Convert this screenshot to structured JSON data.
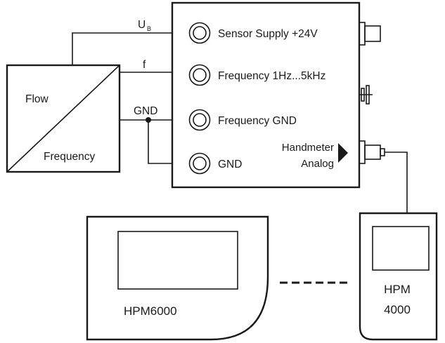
{
  "converter": {
    "input_label": "Flow",
    "output_label": "Frequency"
  },
  "wires": {
    "supply_label": "U",
    "supply_subscript": "B",
    "frequency_label": "f",
    "ground_label": "GND"
  },
  "module": {
    "terminals": [
      {
        "label": "Sensor Supply +24V"
      },
      {
        "label": "Frequency 1Hz...5kHz"
      },
      {
        "label": "Frequency GND"
      },
      {
        "label": "GND"
      }
    ],
    "output_line1": "Handmeter",
    "output_line2": "Analog"
  },
  "devices": {
    "large_device_label": "HPM6000",
    "small_device_line1": "HPM",
    "small_device_line2": "4000"
  }
}
